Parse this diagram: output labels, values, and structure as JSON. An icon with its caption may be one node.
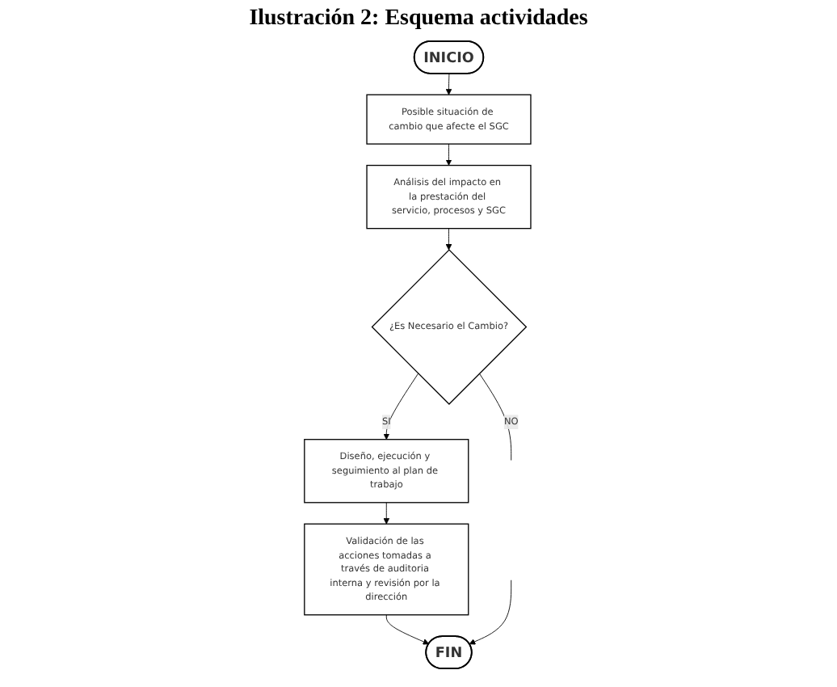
{
  "diagram": {
    "title": "Ilustración 2: Esquema actividades",
    "nodes": [
      {
        "text": [
          "INICIO"
        ]
      },
      {
        "text": [
          "Posible situación de cambio que afecte el SGC"
        ]
      },
      {
        "text": [
          "Análisis del impacto en la prestación del servicio, procesos y SGC"
        ]
      },
      {
        "text": [
          "¿Es Necesario el Cambio?"
        ]
      },
      {
        "text": [
          "Diseño, ejecución y seguimiento al plan de trabajo"
        ]
      },
      {
        "text": [
          "Validación de las acciones tomadas a través de auditoria interna y revisión por la dirección"
        ]
      },
      {
        "text": [
          "FIN"
        ]
      }
    ],
    "edges": [
      {
        "from": 0,
        "to": 1,
        "arrow": "to"
      },
      {
        "from": 1,
        "to": 2,
        "arrow": "to"
      },
      {
        "from": 2,
        "to": 3,
        "arrow": "to"
      },
      {
        "from": 3,
        "to": 4,
        "arrow": "to",
        "label": "SI"
      },
      {
        "from": 4,
        "to": 5,
        "arrow": "to"
      },
      {
        "from": 5,
        "to": 6,
        "arrow": "to"
      },
      {
        "from": 3,
        "to": null,
        "arrow": "none",
        "label": "NO"
      },
      {
        "from": null,
        "to": 6,
        "arrow": "to"
      }
    ]
  }
}
